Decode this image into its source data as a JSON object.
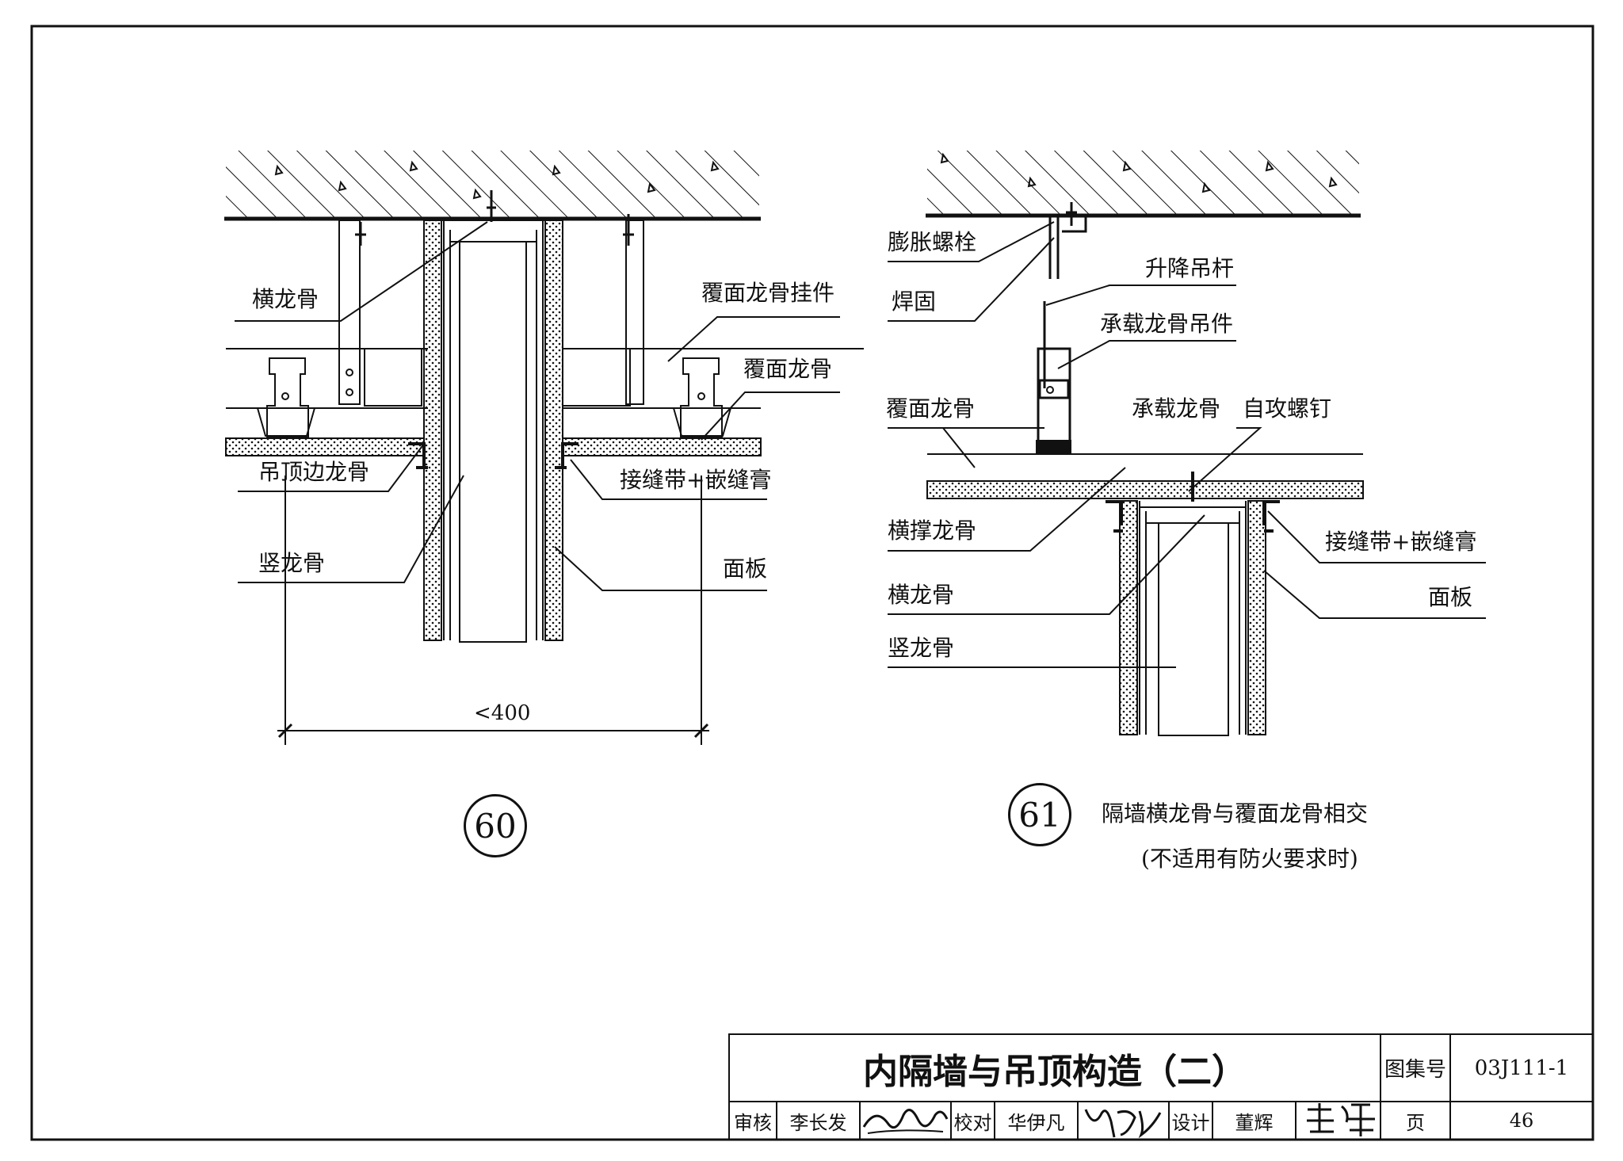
{
  "detail_60": {
    "number": "60",
    "labels": {
      "heng_long_gu": "横龙骨",
      "fu_mian_gua_jian": "覆面龙骨挂件",
      "fu_mian_long_gu": "覆面龙骨",
      "diao_ding_bian": "吊顶边龙骨",
      "jie_feng_dai": "接缝带+嵌缝膏",
      "shu_long_gu": "竖龙骨",
      "mian_ban": "面板"
    },
    "dimension": "<400"
  },
  "detail_61": {
    "number": "61",
    "title": "隔墙横龙骨与覆面龙骨相交",
    "note": "(不适用有防火要求时)",
    "labels": {
      "peng_zhang_luo_shuan": "膨胀螺栓",
      "han_gu": "焊固",
      "sheng_jiang_diao_gan": "升降吊杆",
      "cheng_zai_diao_jian": "承载龙骨吊件",
      "fu_mian_long_gu": "覆面龙骨",
      "cheng_zai_long_gu": "承载龙骨",
      "zi_gong_luo_ding": "自攻螺钉",
      "heng_cheng_long_gu": "横撑龙骨",
      "jie_feng_dai": "接缝带+嵌缝膏",
      "heng_long_gu": "横龙骨",
      "mian_ban": "面板",
      "shu_long_gu": "竖龙骨"
    }
  },
  "title_block": {
    "title": "内隔墙与吊顶构造（二）",
    "atlas_label": "图集号",
    "atlas_no": "03J111-1",
    "review_label": "审核",
    "reviewer": "李长发",
    "check_label": "校对",
    "checker": "华伊凡",
    "design_label": "设计",
    "designer": "董辉",
    "page_label": "页",
    "page_no": "46"
  }
}
